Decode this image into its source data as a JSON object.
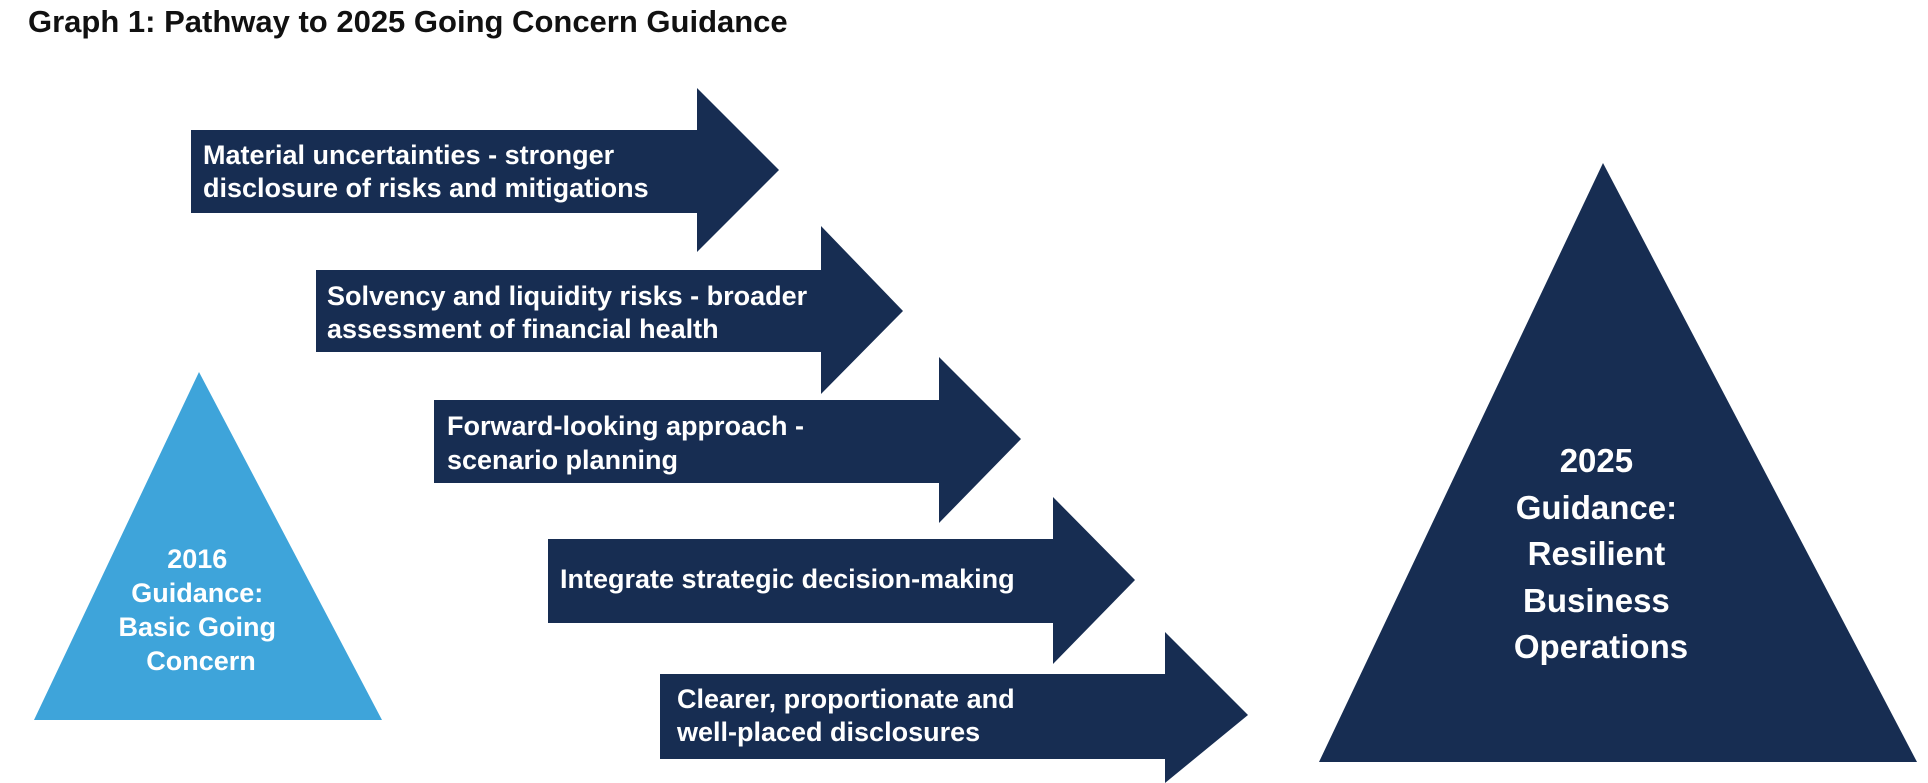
{
  "title": "Graph 1: Pathway to 2025 Going Concern Guidance",
  "colors": {
    "navy": "#172d52",
    "light_blue": "#3ea4da",
    "text_on_shape": "#ffffff",
    "title_text": "#111111"
  },
  "start_triangle": {
    "lines": [
      "2016",
      "Guidance:",
      "Basic Going",
      "Concern"
    ]
  },
  "end_triangle": {
    "lines": [
      "2025",
      "Guidance:",
      "Resilient",
      "Business",
      "Operations"
    ]
  },
  "arrows": [
    {
      "lines": [
        "Material uncertainties - stronger",
        "disclosure of risks and mitigations"
      ]
    },
    {
      "lines": [
        "Solvency and liquidity risks - broader",
        "assessment of financial health"
      ]
    },
    {
      "lines": [
        "Forward-looking approach -",
        "scenario planning"
      ]
    },
    {
      "lines": [
        "Integrate strategic decision-making"
      ]
    },
    {
      "lines": [
        "Clearer, proportionate and",
        "well-placed disclosures"
      ]
    }
  ]
}
